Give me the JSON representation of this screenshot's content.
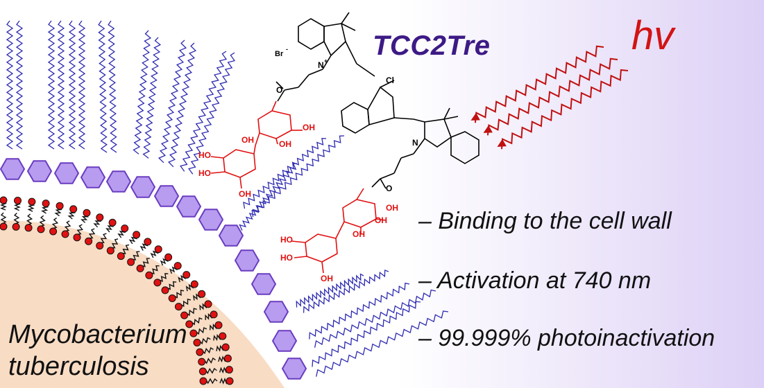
{
  "title": "TCC2Tre",
  "light_label": "hv",
  "bullets": [
    "– Binding to the cell wall",
    "– Activation at 740 nm",
    "– 99.999% photoinactivation"
  ],
  "organism": {
    "line1": "Mycobacterium",
    "line2": "tuberculosis"
  },
  "chem_labels": {
    "bromide": "Br",
    "bromide_charge": "-",
    "n_plus": "N",
    "plus": "+",
    "chloro": "Cl",
    "n": "N",
    "oh": "OH",
    "ho": "HO",
    "o": "O"
  },
  "colors": {
    "dye": "#3d1a86",
    "sugar": "#e01010",
    "light": "#c01010",
    "hexagon_fill": "#b79cf0",
    "hexagon_stroke": "#6a3cc0",
    "cell": "#f8dcc4",
    "lipid_head": "#e01212",
    "mycolic_chain": "#2d2ab0"
  }
}
